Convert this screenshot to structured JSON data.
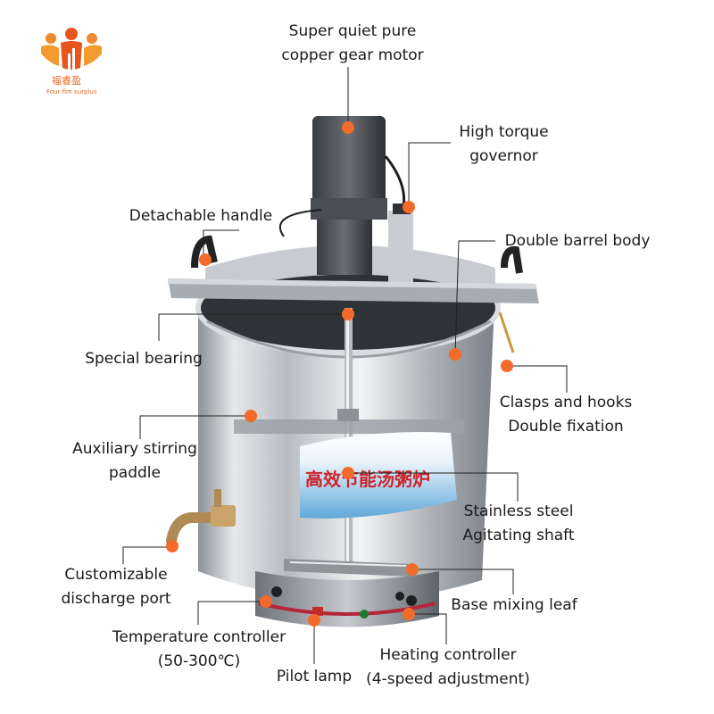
{
  "logo": {
    "brand_cn": "福睿盈",
    "brand_en": "Four fim surplus"
  },
  "colors": {
    "marker": "#f26b2a",
    "leader": "#222222",
    "steel": "#c9cdd2",
    "brand": "#e46a23"
  },
  "labels": {
    "motor": [
      "Super quiet pure",
      "copper gear motor"
    ],
    "governor": [
      "High torque",
      "governor"
    ],
    "handle": [
      "Detachable handle"
    ],
    "body": [
      "Double barrel body"
    ],
    "bearing": [
      "Special bearing"
    ],
    "clasps": [
      "Clasps and hooks",
      "Double fixation"
    ],
    "paddle": [
      "Auxiliary stirring",
      "paddle"
    ],
    "shaft": [
      "Stainless steel",
      "Agitating shaft"
    ],
    "discharge": [
      "Customizable",
      "discharge port"
    ],
    "base_leaf": [
      "Base mixing leaf"
    ],
    "temp": [
      "Temperature controller",
      "(50-300℃)"
    ],
    "pilot": [
      "Pilot lamp"
    ],
    "heating": [
      "Heating controller",
      "(4-speed adjustment)"
    ]
  },
  "banner_text": "高效节能汤粥炉"
}
